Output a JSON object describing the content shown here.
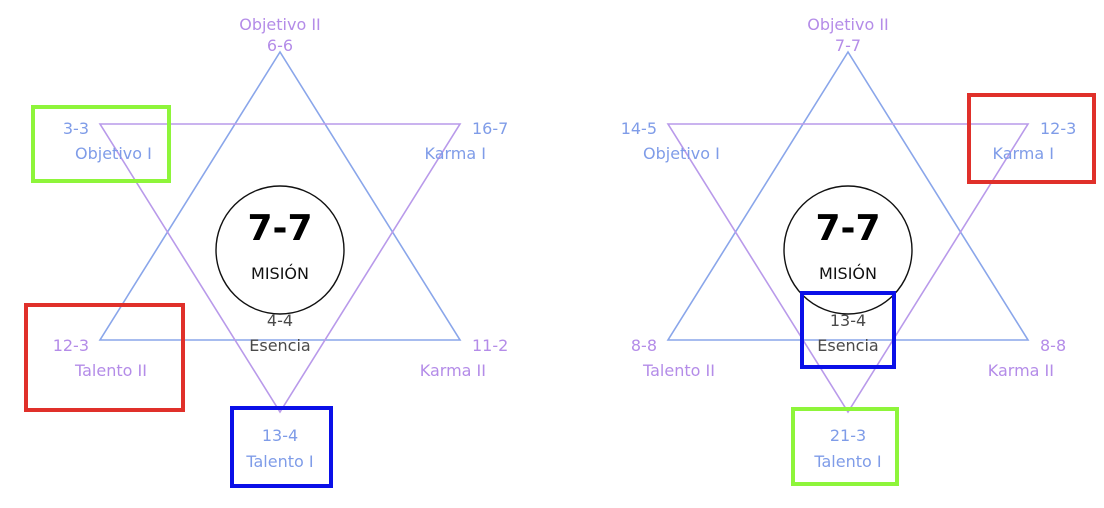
{
  "colors": {
    "triangle_up": "#8aa6ea",
    "triangle_down": "#b99aea",
    "red": "#e0302a",
    "blue": "#0a10e8",
    "green": "#8ef53a"
  },
  "diagrams": [
    {
      "center": {
        "value": "7-7",
        "label": "MISIÓN"
      },
      "esencia": {
        "value": "4-4",
        "label": "Esencia"
      },
      "objetivo_ii": {
        "value": "6-6",
        "label": "Objetivo II"
      },
      "objetivo_i": {
        "value": "3-3",
        "label": "Objetivo I"
      },
      "karma_i": {
        "value": "16-7",
        "label": "Karma I"
      },
      "talento_ii": {
        "value": "12-3",
        "label": "Talento II"
      },
      "karma_ii": {
        "value": "11-2",
        "label": "Karma II"
      },
      "talento_i": {
        "value": "13-4",
        "label": "Talento I"
      },
      "highlights": {
        "green": "Objetivo I",
        "red": "Talento II",
        "blue": "Talento I"
      }
    },
    {
      "center": {
        "value": "7-7",
        "label": "MISIÓN"
      },
      "esencia": {
        "value": "13-4",
        "label": "Esencia"
      },
      "objetivo_ii": {
        "value": "7-7",
        "label": "Objetivo II"
      },
      "objetivo_i": {
        "value": "14-5",
        "label": "Objetivo I"
      },
      "karma_i": {
        "value": "12-3",
        "label": "Karma I"
      },
      "talento_ii": {
        "value": "8-8",
        "label": "Talento II"
      },
      "karma_ii": {
        "value": "8-8",
        "label": "Karma II"
      },
      "talento_i": {
        "value": "21-3",
        "label": "Talento I"
      },
      "highlights": {
        "red": "Karma I",
        "blue": "Esencia",
        "green": "Talento I"
      }
    }
  ]
}
